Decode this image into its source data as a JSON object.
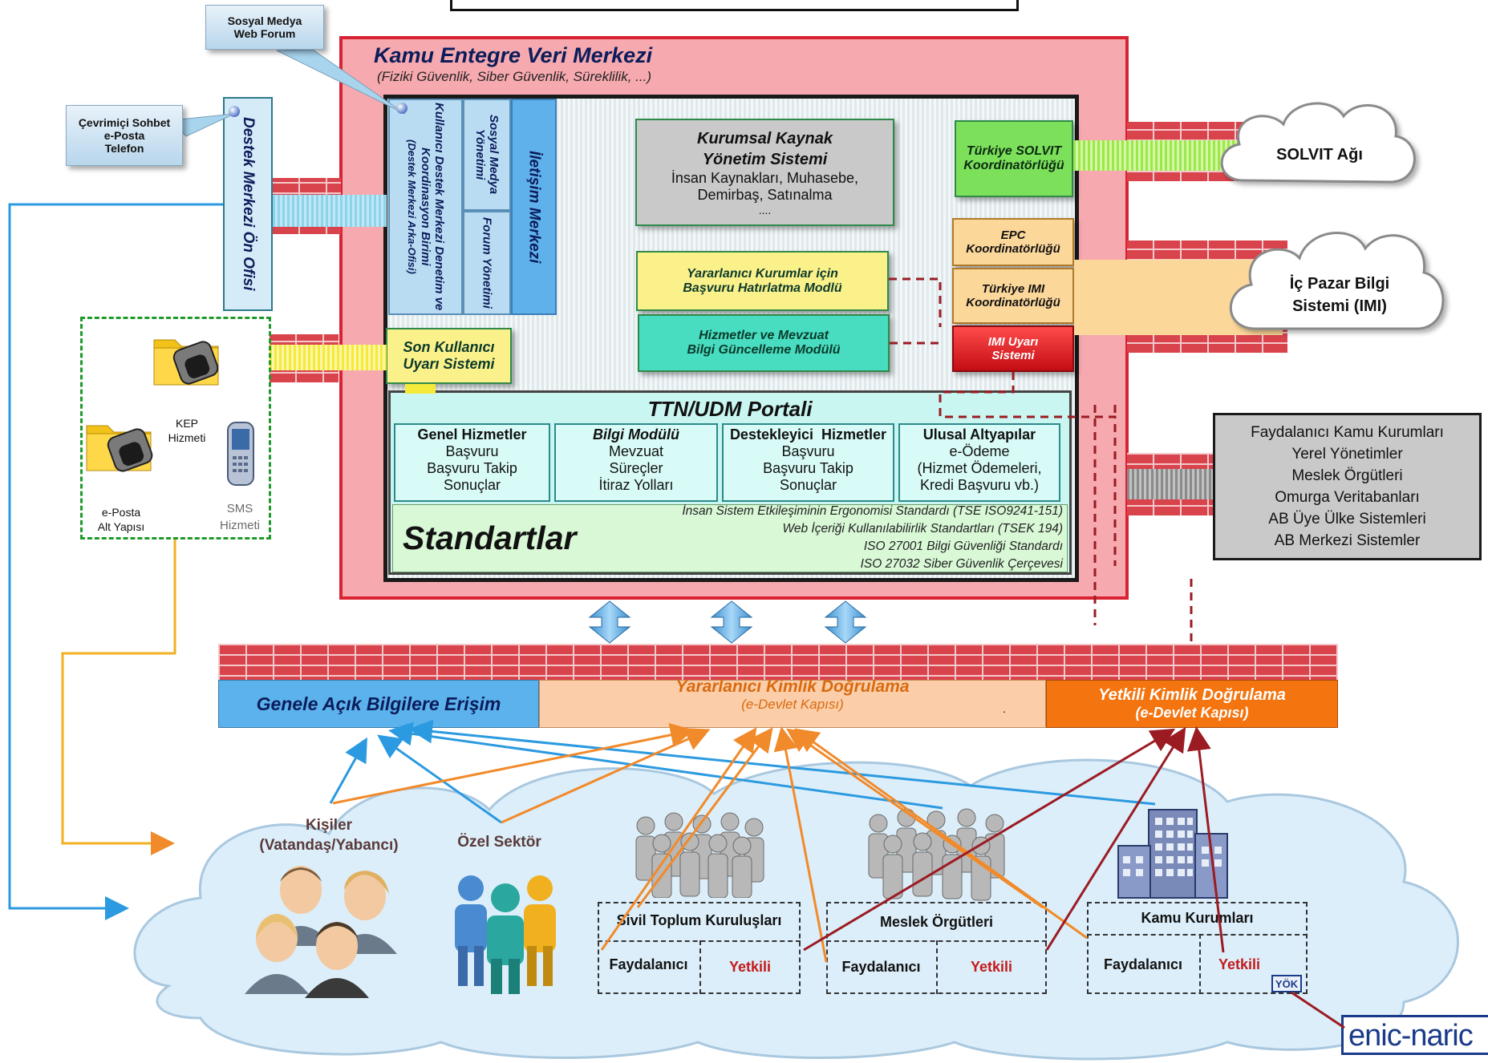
{
  "social_media_callout": {
    "line1": "Sosyal Medya",
    "line2": "Web Forum"
  },
  "chat_callout": {
    "line1": "Çevrimiçi Sohbet",
    "line2": "e-Posta",
    "line3": "Telefon"
  },
  "front_office": {
    "label": "Destek Merkezi Ön Ofisi"
  },
  "data_center": {
    "title": "Kamu Entegre Veri Merkezi",
    "subtitle": "(Fiziki Güvenlik, Siber Güvenlik, Süreklilik, ...)"
  },
  "back_office": {
    "label": "Kullanıcı Destek Merkezi Denetim ve Koordinasyon Birimi",
    "sub": "(Destek Merkezi Arka-Ofisi)"
  },
  "social_media_mgmt": {
    "label": "Sosyal Medya Yönetimi"
  },
  "forum_mgmt": {
    "label": "Forum Yönetimi"
  },
  "comm_center": {
    "label": "İletişim Merkezi"
  },
  "erp": {
    "title": "Kurumsal Kaynak Yönetim Sistemi",
    "line1": "İnsan Kaynakları, Muhasebe,",
    "line2": "Demirbaş, Satınalma",
    "line3": "...."
  },
  "reminder_module": {
    "line1": "Yararlanıcı Kurumlar için",
    "line2": "Başvuru Hatırlatma Modlü"
  },
  "update_module": {
    "line1": "Hizmetler ve Mevzuat",
    "line2": "Bilgi Güncelleme Modülü"
  },
  "solvit_coord": {
    "line1": "Türkiye SOLVIT",
    "line2": "Koordinatörlüğü"
  },
  "epc_coord": {
    "line1": "EPC",
    "line2": "Koordinatörlüğü"
  },
  "imi_coord": {
    "line1": "Türkiye IMI",
    "line2": "Koordinatörlüğü"
  },
  "imi_alert": {
    "line1": "IMI Uyarı",
    "line2": "Sistemi"
  },
  "solvit_cloud": {
    "label": "SOLVIT Ağı"
  },
  "imi_cloud": {
    "line1": "İç Pazar Bilgi",
    "line2": "Sistemi (IMI)"
  },
  "end_user_alert": {
    "line1": "Son Kullanıcı",
    "line2": "Uyarı Sistemi"
  },
  "portal": {
    "title": "TTN/UDM Portali",
    "columns": [
      {
        "title": "Genel Hizmetler",
        "items": [
          "Başvuru",
          "Başvuru Takip",
          "Sonuçlar"
        ]
      },
      {
        "title": "Bilgi Modülü",
        "items": [
          "Mevzuat",
          "Süreçler",
          "İtiraz Yolları"
        ]
      },
      {
        "title": "Destekleyici  Hizmetler",
        "items": [
          "Başvuru",
          "Başvuru Takip",
          "Sonuçlar"
        ]
      },
      {
        "title": "Ulusal Altyapılar",
        "items": [
          "e-Ödeme",
          "(Hizmet Ödemeleri,",
          "Kredi Başvuru vb.)"
        ]
      }
    ]
  },
  "standards": {
    "title": "Standartlar",
    "items": [
      "İnsan Sistem Etkileşiminin Ergonomisi Standardı (TSE ISO9241-151)",
      "Web İçeriği Kullanılabilirlik Standartları (TSEK 194)",
      "ISO 27001 Bilgi Güvenliği Standardı",
      "ISO 27032 Siber Güvenlik Çerçevesi"
    ]
  },
  "beneficiaries": {
    "items": [
      "Faydalanıcı Kamu Kurumları",
      "Yerel Yönetimler",
      "Meslek Örgütleri",
      "Omurga Veritabanları",
      "AB Üye Ülke Sistemleri",
      "AB Merkezi Sistemler"
    ]
  },
  "kep": {
    "line1": "KEP",
    "line2": "Hizmeti"
  },
  "email_infra": {
    "line1": "e-Posta",
    "line2": "Alt Yapısı"
  },
  "sms": {
    "line1": "SMS",
    "line2": "Hizmeti"
  },
  "access_bar": {
    "public": "Genele Açık Bilgilere Erişim",
    "beneficiary_title": "Yararlanıcı Kimlik Doğrulama",
    "beneficiary_sub": "(e-Devlet Kapısı)",
    "authorized_title": "Yetkili Kimlik Doğrulama",
    "authorized_sub": "(e-Devlet Kapısı)",
    "dot": "."
  },
  "users": {
    "individuals_line1": "Kişiler",
    "individuals_line2": "(Vatandaş/Yabancı)",
    "private_sector": "Özel Sektör",
    "ngo": {
      "title": "Sivil Toplum Kuruluşları",
      "left": "Faydalanıcı",
      "right": "Yetkili"
    },
    "professional": {
      "title": "Meslek Örgütleri",
      "left": "Faydalanıcı",
      "right": "Yetkili"
    },
    "public_inst": {
      "title": "Kamu Kurumları",
      "left": "Faydalanıcı",
      "right": "Yetkili"
    },
    "yok": "YÖK",
    "enic": "enic-naric"
  },
  "colors": {
    "data_center": "#f6a9ae",
    "data_center_border": "#d92332",
    "portal": "#c9f6f1",
    "standards": "#d8f8d6",
    "blue_arrow": "#2b9ae0",
    "orange_arrow": "#f18a2a",
    "dark_red_arrow": "#9b1b23"
  }
}
